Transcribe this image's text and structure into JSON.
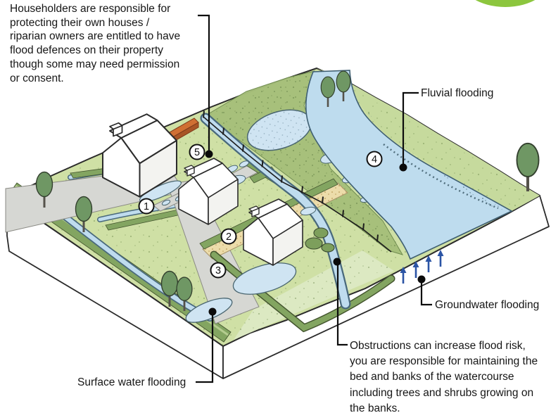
{
  "notes": {
    "householders": {
      "lines": [
        "Householders are responsible for",
        "protecting their own houses /",
        "riparian owners are entitled to have",
        "flood defences on their property",
        "though some may need permission",
        "or consent."
      ]
    },
    "obstructions": {
      "lines": [
        "Obstructions can increase flood risk,",
        "you are responsible for maintaining the",
        "bed and banks of the watercourse",
        "including trees and shrubs growing on",
        "the banks."
      ]
    }
  },
  "labels": {
    "fluvial": "Fluvial flooding",
    "groundwater": "Groundwater flooding",
    "surface_water": "Surface water flooding"
  },
  "markers": [
    "1",
    "2",
    "3",
    "4",
    "5"
  ],
  "colors": {
    "logo_green": "#8cc63e",
    "arrow_blue": "#2b54a5",
    "water_blue": "#bedcee",
    "pond_blue": "#cfe4f2",
    "grass_green": "#cfe0a5",
    "marsh_green": "#a6bf7a",
    "hedge_green": "#83a561",
    "road_grey": "#d6d7d3",
    "sand_tan": "#ecdcaa",
    "flood_wall_orange": "#d06f33",
    "text_black": "#161616"
  }
}
